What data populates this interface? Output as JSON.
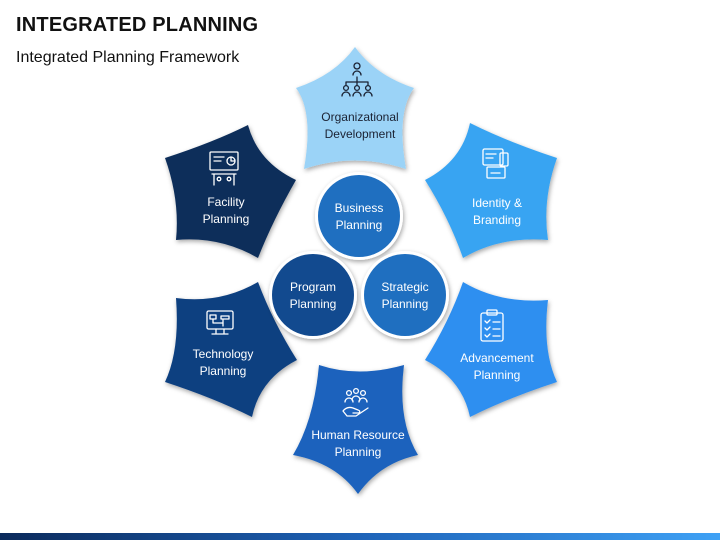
{
  "title": "INTEGRATED PLANNING",
  "subtitle": "Integrated Planning Framework",
  "colors": {
    "dark_navy": "#0b2d5a",
    "navy": "#0e3f80",
    "blue": "#1a62bd",
    "light_blue": "#9bd3f7",
    "sky_blue": "#39a4f2",
    "bright_blue": "#2f8ff0",
    "circle_blue": "#1f6fc0",
    "circle_dark": "#124a8f"
  },
  "petals": [
    {
      "label_1": "Organizational",
      "label_2": "Development",
      "icon": "organization-chart-icon"
    },
    {
      "label_1": "Identity &",
      "label_2": "Branding",
      "icon": "branding-devices-icon"
    },
    {
      "label_1": "Advancement",
      "label_2": "Planning",
      "icon": "clipboard-checklist-icon"
    },
    {
      "label_1": "Human Resource",
      "label_2": "Planning",
      "icon": "people-hand-icon"
    },
    {
      "label_1": "Technology",
      "label_2": "Planning",
      "icon": "monitor-flowchart-icon"
    },
    {
      "label_1": "Facility",
      "label_2": "Planning",
      "icon": "presentation-board-icon"
    }
  ],
  "circles": [
    {
      "label_1": "Business",
      "label_2": "Planning"
    },
    {
      "label_1": "Program",
      "label_2": "Planning"
    },
    {
      "label_1": "Strategic",
      "label_2": "Planning"
    }
  ]
}
